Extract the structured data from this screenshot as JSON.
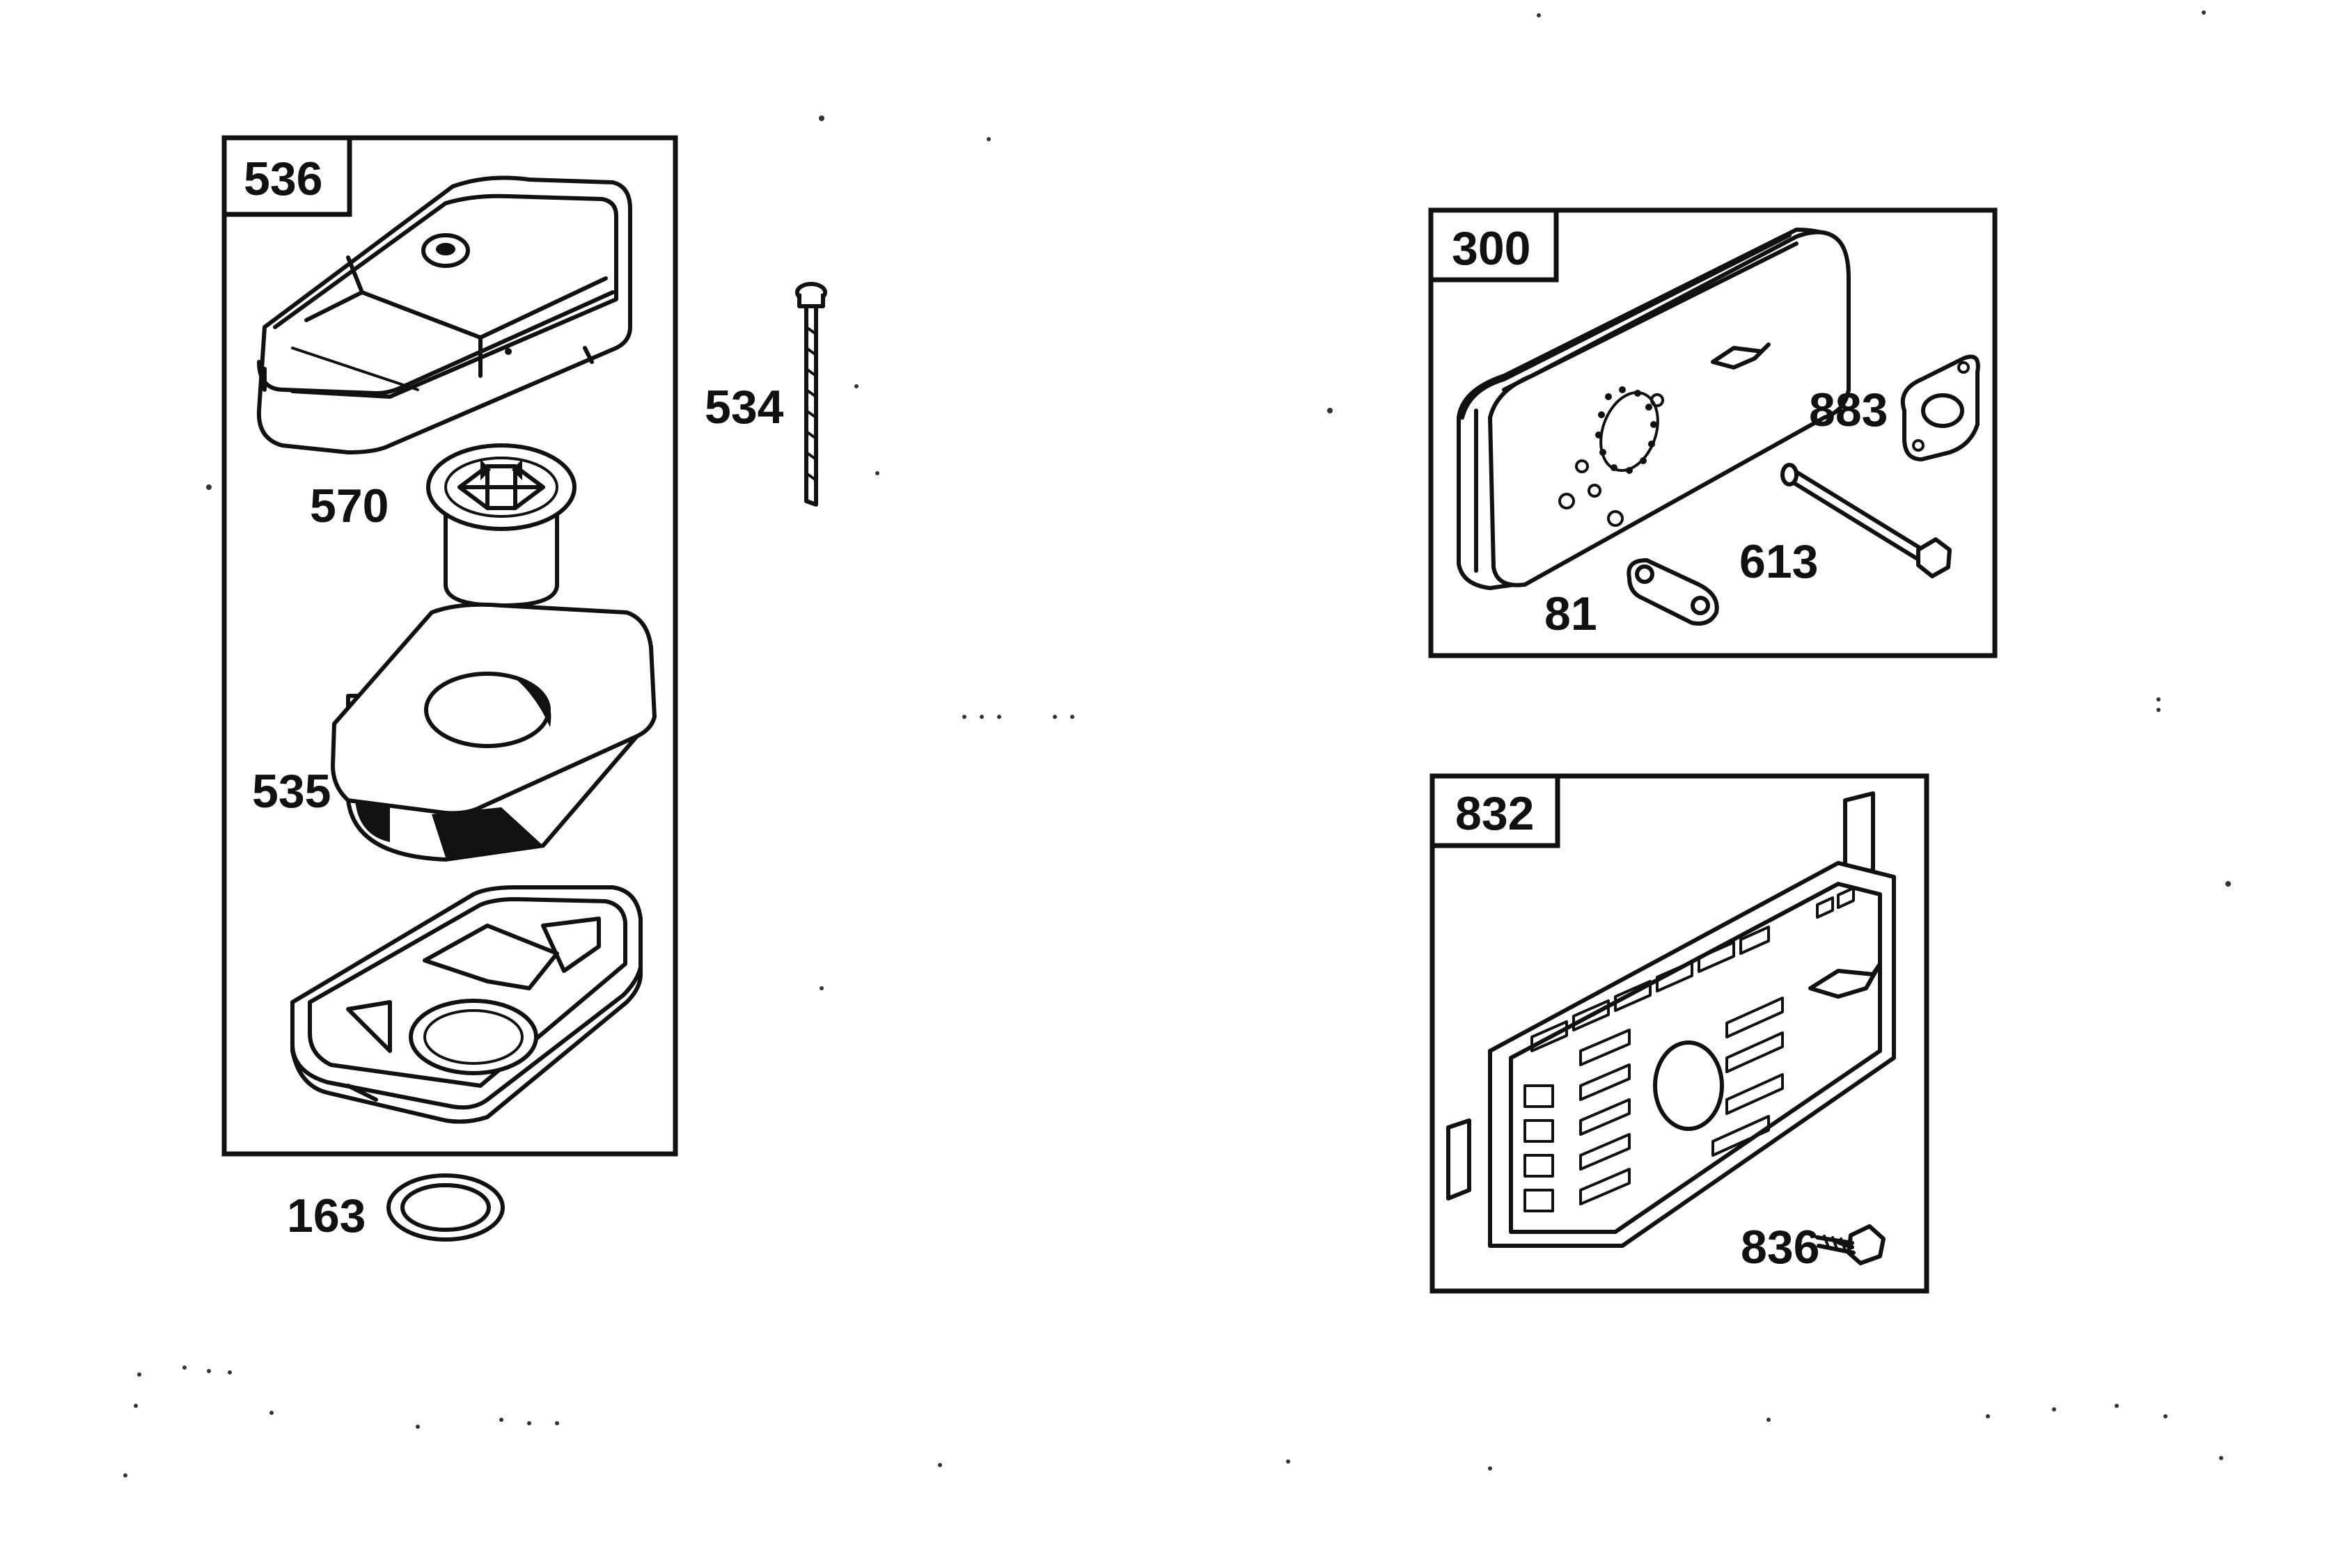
{
  "parts": {
    "air_cleaner_assembly": "536",
    "cover": "",
    "spacer": "570",
    "screw": "534",
    "filter_element": "535",
    "base": "",
    "seal_ring": "163",
    "muffler_assembly": "300",
    "gasket": "883",
    "bolt": "613",
    "lock_plate": "81",
    "guard_assembly": "832",
    "guard_screw": "836"
  }
}
